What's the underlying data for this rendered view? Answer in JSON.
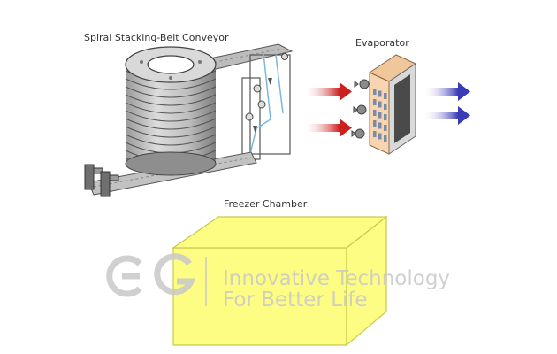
{
  "labels": {
    "conveyor": "Spiral Stacking-Belt Conveyor",
    "evaporator": "Evaporator",
    "freezer": "Freezer Chamber"
  },
  "watermark": {
    "line1": "Innovative Technology",
    "line2": "For Better Life"
  },
  "colors": {
    "freezer_fill": "#fdfd84",
    "freezer_edge": "#c9c94a",
    "warm_arrow": "#cc1f1f",
    "cold_arrow": "#3b3bb8",
    "evaporator_body": "#f6d5b0",
    "belt_loop": "#7ab7e0"
  }
}
